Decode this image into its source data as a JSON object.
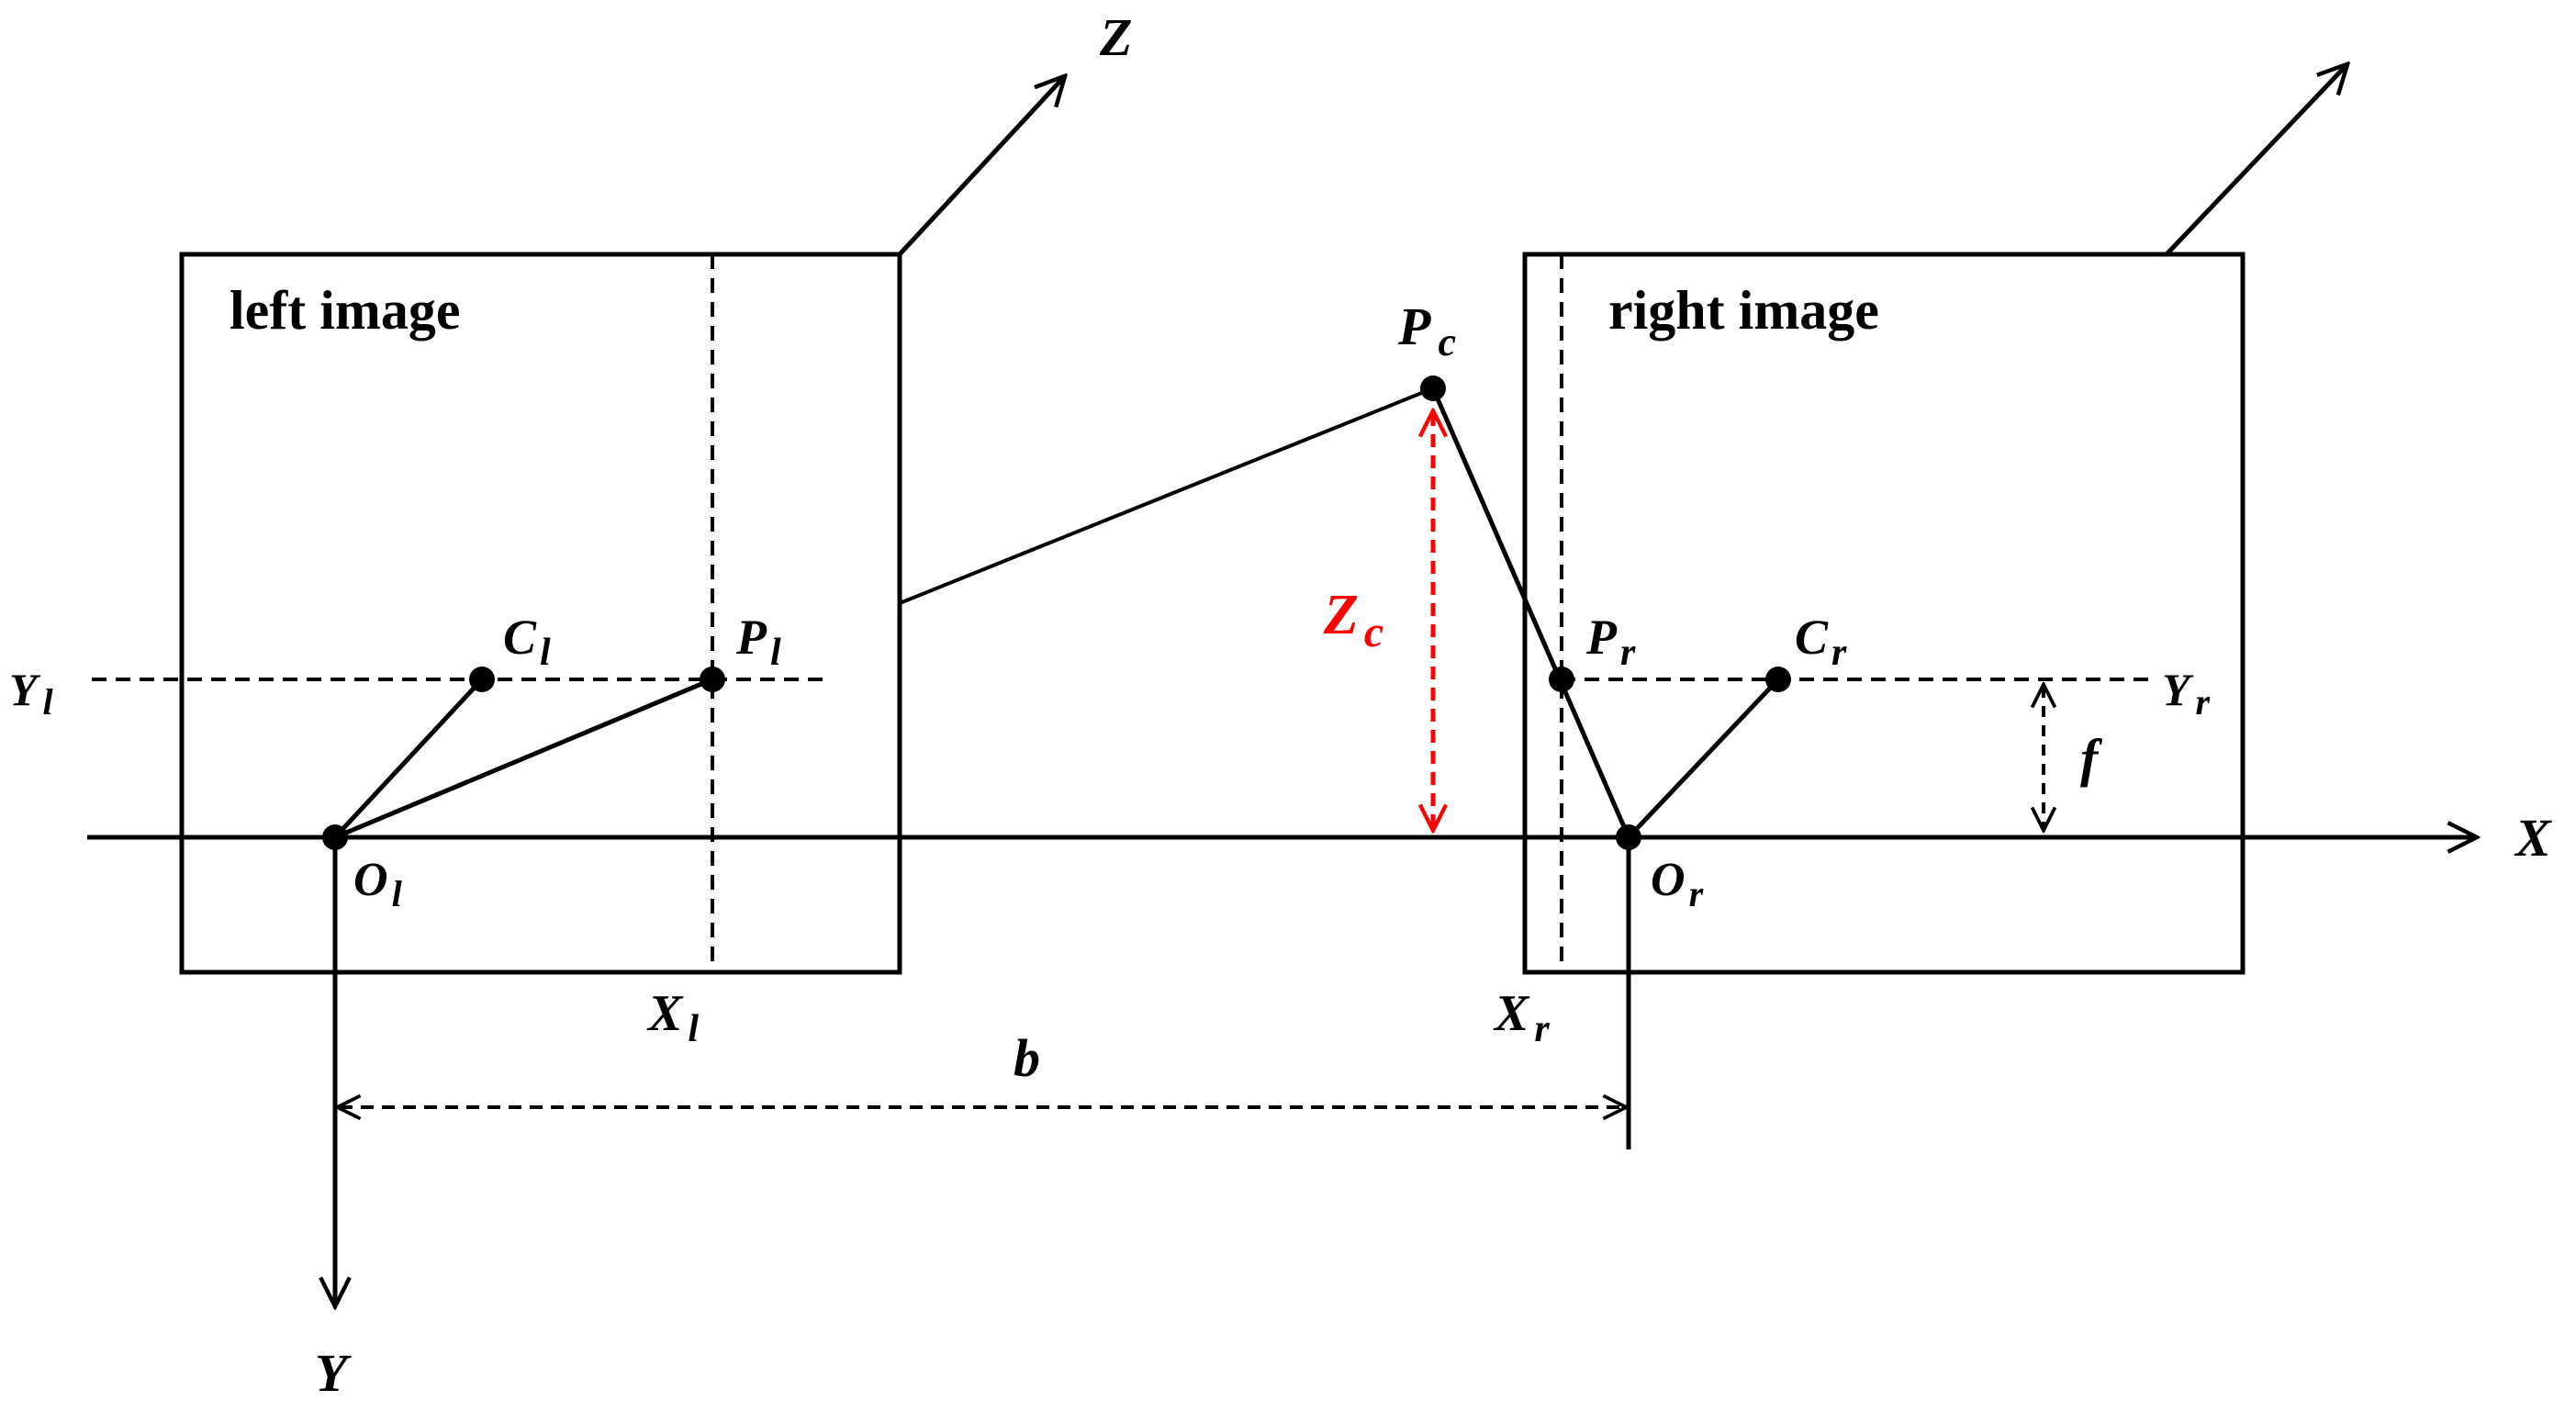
{
  "left_title": "left image",
  "right_title": "right image",
  "axis": {
    "X": "X",
    "Y": "Y",
    "Z": "Z"
  },
  "points": {
    "Pc": {
      "main": "P",
      "sub": "c"
    },
    "Pl": {
      "main": "P",
      "sub": "l"
    },
    "Pr": {
      "main": "P",
      "sub": "r"
    },
    "Cl": {
      "main": "C",
      "sub": "l"
    },
    "Cr": {
      "main": "C",
      "sub": "r"
    },
    "Ol": {
      "main": "O",
      "sub": "l"
    },
    "Or": {
      "main": "O",
      "sub": "r"
    }
  },
  "image_axes": {
    "Yl": {
      "main": "Y",
      "sub": "l"
    },
    "Yr": {
      "main": "Y",
      "sub": "r"
    },
    "Xl": {
      "main": "X",
      "sub": "l"
    },
    "Xr": {
      "main": "X",
      "sub": "r"
    }
  },
  "dimensions": {
    "Zc": {
      "main": "Z",
      "sub": "c"
    },
    "baseline": "b",
    "focal": "f"
  },
  "colors": {
    "line": "#000000",
    "highlight": "#ff0000"
  }
}
